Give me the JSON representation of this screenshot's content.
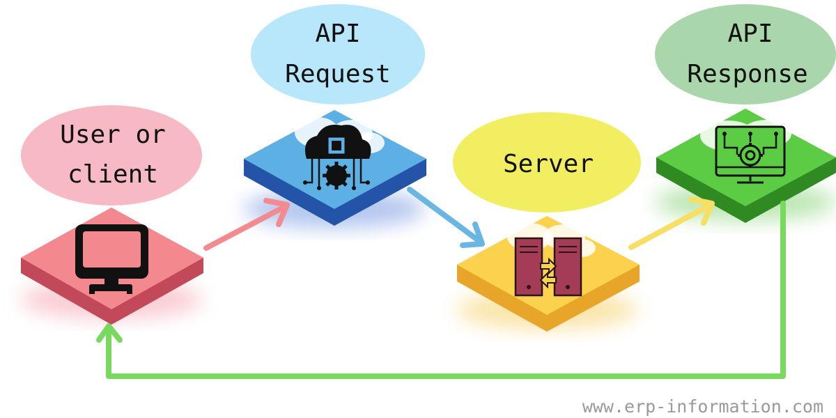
{
  "nodes": {
    "client": {
      "label_line1": "User or",
      "label_line2": "client"
    },
    "request": {
      "label_line1": "API",
      "label_line2": "Request"
    },
    "server": {
      "label": "Server"
    },
    "response": {
      "label_line1": "API",
      "label_line2": "Response"
    }
  },
  "colors": {
    "client_bubble": "#f7b9c3",
    "client_tile_top": "#f4888f",
    "client_tile_side": "#c2495a",
    "request_bubble": "#b8e6fb",
    "request_tile_top": "#5cb0e4",
    "request_tile_side": "#2354a8",
    "server_bubble": "#f2ee62",
    "server_tile_top": "#fbd24e",
    "server_tile_side": "#e7a52a",
    "response_bubble": "#a9d6aa",
    "response_tile_top": "#5ccc45",
    "response_tile_side": "#2f8a22",
    "arrow_pink": "#f28a8f",
    "arrow_blue": "#6ab6e2",
    "arrow_yellow": "#f6df62",
    "arrow_green": "#79d95e",
    "server_rack": "#a43c55"
  },
  "icons": {
    "client": "monitor-icon",
    "request": "cloud-chip-gear-icon",
    "server": "server-transfer-icon",
    "response": "monitor-gear-icon"
  },
  "watermark": "www.erp-information.com"
}
